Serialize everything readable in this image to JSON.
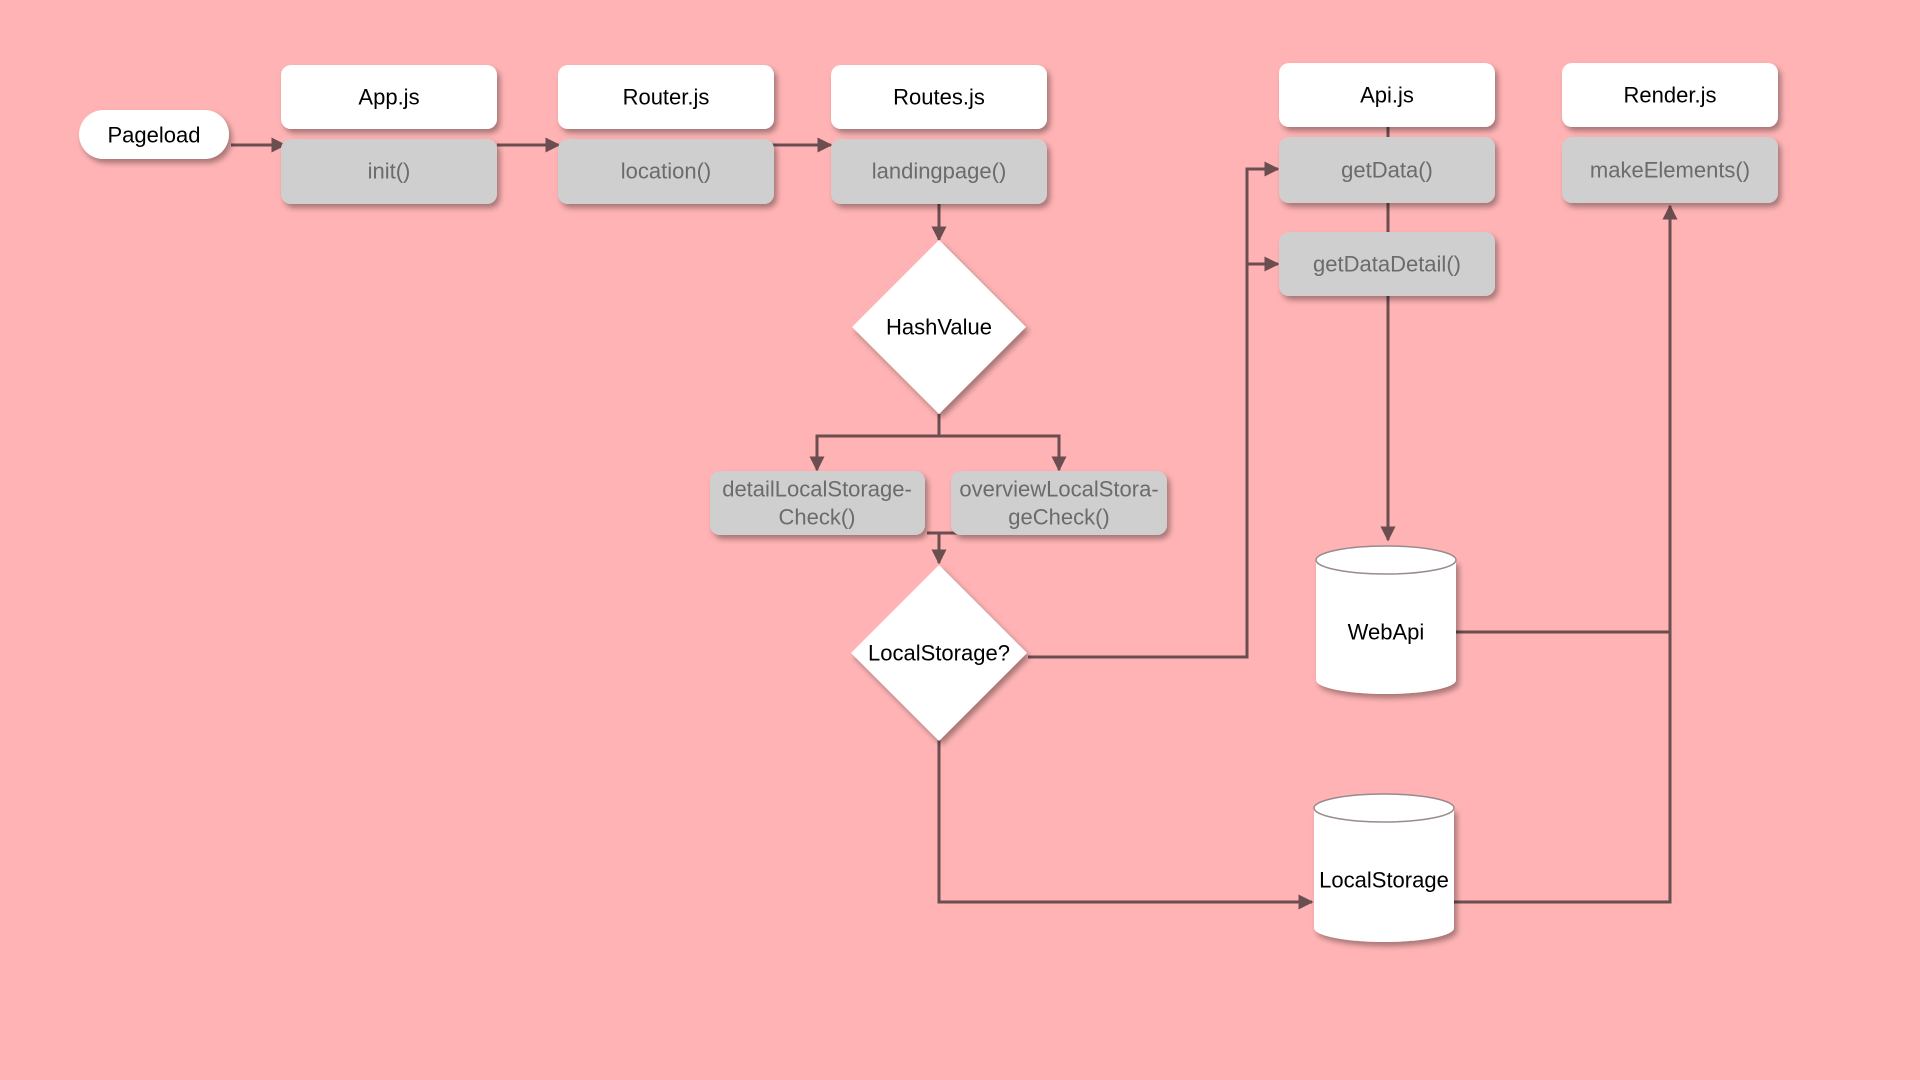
{
  "colors": {
    "background": "#ffb3b4",
    "header_fill": "#ffffff",
    "method_fill": "#cfcfcf",
    "method_text": "#6b6b6b",
    "connector": "#6b4e50"
  },
  "start": {
    "label": "Pageload"
  },
  "modules": [
    {
      "title": "App.js",
      "methods": [
        "init()"
      ]
    },
    {
      "title": "Router.js",
      "methods": [
        "location()"
      ]
    },
    {
      "title": "Routes.js",
      "methods": [
        "landingpage()"
      ]
    },
    {
      "title": "Api.js",
      "methods": [
        "getData()",
        "getDataDetail()"
      ]
    },
    {
      "title": "Render.js",
      "methods": [
        "makeElements()"
      ]
    }
  ],
  "checks": {
    "detail": [
      "detailLocalStorage-",
      "Check()"
    ],
    "overview": [
      "overviewLocalStora-",
      "geCheck()"
    ]
  },
  "decisions": {
    "hash": "HashValue",
    "storage": "LocalStorage?"
  },
  "stores": {
    "webapi": "WebApi",
    "localstorage": "LocalStorage"
  }
}
